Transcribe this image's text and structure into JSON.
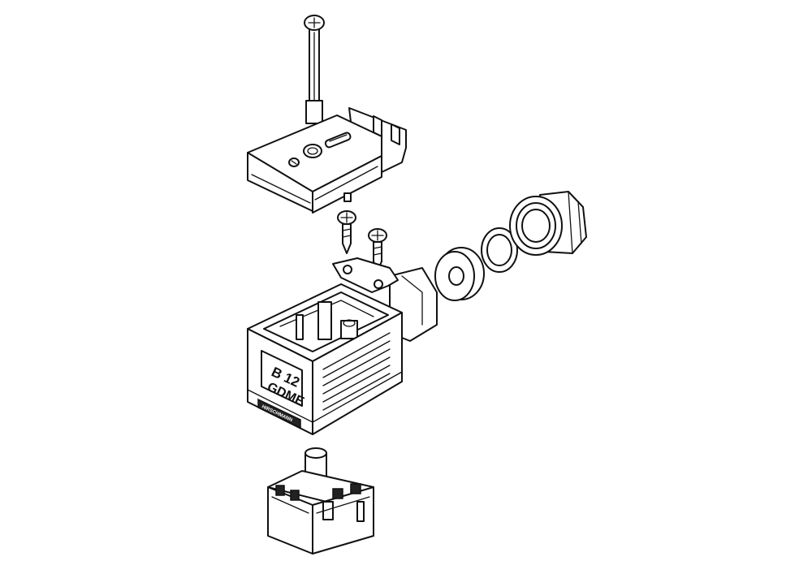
{
  "diagram": {
    "housing_label_line1": "B 12",
    "housing_label_line2": "GDME",
    "brand_plate_text": "HIRSCHMANN"
  },
  "colors": {
    "line": "#111111",
    "fill": "#ffffff",
    "dark": "#222222"
  }
}
